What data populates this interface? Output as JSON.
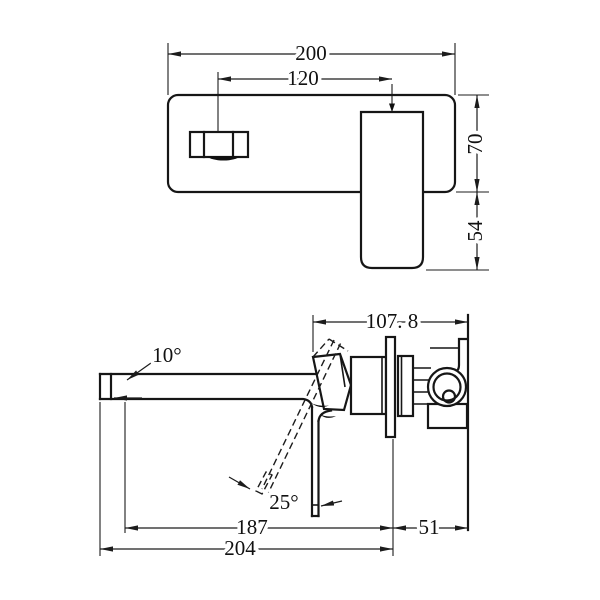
{
  "drawing": {
    "front_view": {
      "overall_width": "200",
      "spout_to_handle_offset": "120",
      "plate_height": "70",
      "spout_drop": "54"
    },
    "side_view": {
      "body_depth": "107. 8",
      "spout_angle": "10°",
      "lever_angle": "25°",
      "spout_reach": "187",
      "in_wall_depth": "51",
      "overall_reach": "204"
    },
    "colors": {
      "line": "#161616",
      "background": "#ffffff"
    }
  }
}
